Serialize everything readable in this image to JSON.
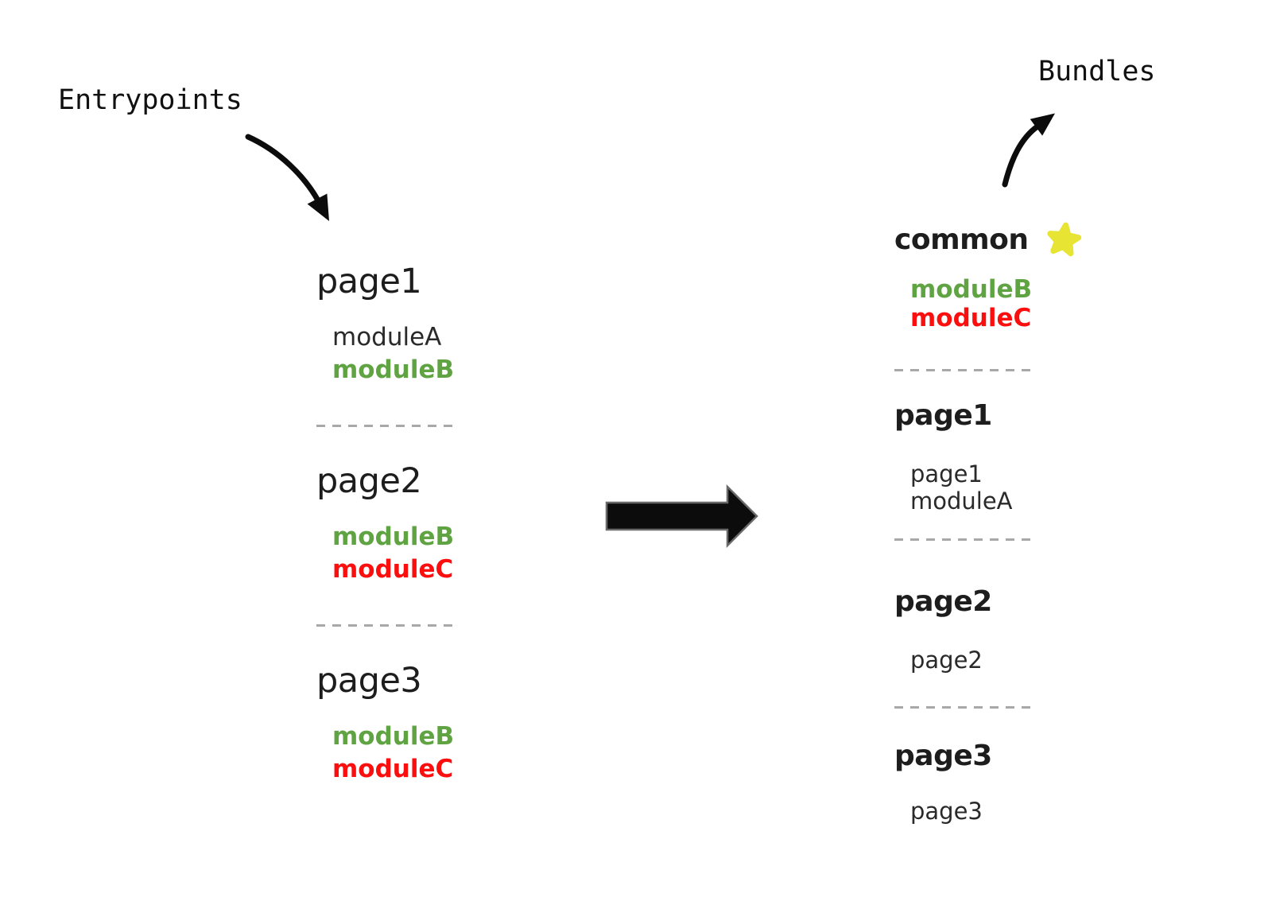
{
  "labels": {
    "entrypoints": "Entrypoints",
    "bundles": "Bundles"
  },
  "colors": {
    "text_dark": "#1d1d1d",
    "module_green": "#5fa342",
    "module_red": "#fb0e0e",
    "star_yellow": "#e7e434",
    "separator_gray": "#a8a8a8",
    "arrow_black": "#0c0c0c",
    "arrow_outline": "#6a6a6a",
    "background": "#ffffff"
  },
  "entry_groups": [
    {
      "name": "page1",
      "modules": [
        {
          "label": "moduleA",
          "tone": "plain"
        },
        {
          "label": "moduleB",
          "tone": "green"
        }
      ]
    },
    {
      "name": "page2",
      "modules": [
        {
          "label": "moduleB",
          "tone": "green"
        },
        {
          "label": "moduleC",
          "tone": "red"
        }
      ]
    },
    {
      "name": "page3",
      "modules": [
        {
          "label": "moduleB",
          "tone": "green"
        },
        {
          "label": "moduleC",
          "tone": "red"
        }
      ]
    }
  ],
  "bundle_groups": [
    {
      "name": "common",
      "starred": true,
      "modules": [
        {
          "label": "moduleB",
          "tone": "green"
        },
        {
          "label": "moduleC",
          "tone": "red"
        }
      ]
    },
    {
      "name": "page1",
      "starred": false,
      "modules": [
        {
          "label": "page1",
          "tone": "plain"
        },
        {
          "label": "moduleA",
          "tone": "plain"
        }
      ]
    },
    {
      "name": "page2",
      "starred": false,
      "modules": [
        {
          "label": "page2",
          "tone": "plain"
        }
      ]
    },
    {
      "name": "page3",
      "starred": false,
      "modules": [
        {
          "label": "page3",
          "tone": "plain"
        }
      ]
    }
  ]
}
